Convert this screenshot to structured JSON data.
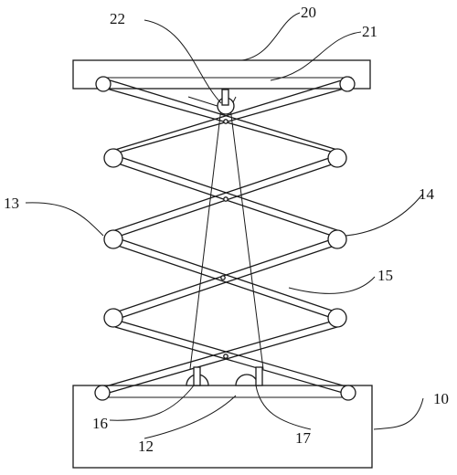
{
  "labels": {
    "top_plate": "20",
    "top_slot": "21",
    "top_pulley": "22",
    "left_joint": "13",
    "right_joint": "14",
    "cable": "15",
    "left_winch": "16",
    "right_winch": "17",
    "base_slot": "12",
    "base": "10"
  }
}
